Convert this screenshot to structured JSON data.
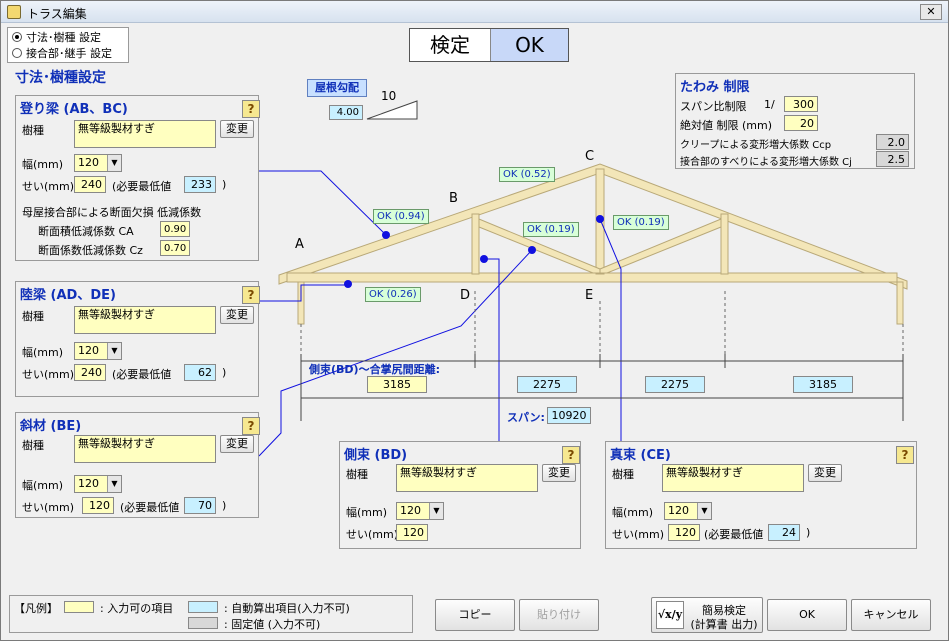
{
  "window": {
    "title": "トラス編集",
    "close": "✕"
  },
  "mode": {
    "options": [
      "寸法･樹種 設定",
      "接合部･継手 設定"
    ],
    "selected": 0
  },
  "verdict": {
    "label": "検定",
    "value": "OK"
  },
  "section_title": "寸法･樹種設定",
  "roof": {
    "button": "屋根勾配",
    "value": "4.00",
    "base": "10"
  },
  "deflection": {
    "title": "たわみ 制限",
    "span_ratio_label": "スパン比制限",
    "span_ratio_prefix": "1/",
    "span_ratio_value": "300",
    "absolute_label": "絶対値 制限 (mm)",
    "absolute_value": "20",
    "creep_label": "クリープによる変形増大係数 Ccp",
    "creep_value": "2.0",
    "slip_label": "接合部のすべりによる変形増大係数 Cj",
    "slip_value": "2.5"
  },
  "top_chord": {
    "title": "登り梁 (AB、BC)",
    "species_label": "樹種",
    "species": "無等級製材すぎ",
    "change": "変更",
    "width_label": "幅(mm)",
    "width": "120",
    "height_label": "せい(mm)",
    "height": "240",
    "min_label": "(必要最低値",
    "min_value": "233",
    "min_close": ")",
    "loss_title": "母屋接合部による断面欠損 低減係数",
    "ca_label": "断面積低減係数 CA",
    "ca_value": "0.90",
    "cz_label": "断面係数低減係数 Cz",
    "cz_value": "0.70"
  },
  "bottom_chord": {
    "title": "陸梁 (AD、DE)",
    "species_label": "樹種",
    "species": "無等級製材すぎ",
    "change": "変更",
    "width_label": "幅(mm)",
    "width": "120",
    "height_label": "せい(mm)",
    "height": "240",
    "min_label": "(必要最低値",
    "min_value": "62",
    "min_close": ")"
  },
  "diagonal": {
    "title": "斜材 (BE)",
    "species_label": "樹種",
    "species": "無等級製材すぎ",
    "change": "変更",
    "width_label": "幅(mm)",
    "width": "120",
    "height_label": "せい(mm)",
    "height": "120",
    "min_label": "(必要最低値",
    "min_value": "70",
    "min_close": ")"
  },
  "side_post": {
    "title": "側束 (BD)",
    "species_label": "樹種",
    "species": "無等級製材すぎ",
    "change": "変更",
    "width_label": "幅(mm)",
    "width": "120",
    "height_label": "せい(mm)",
    "height": "120"
  },
  "king_post": {
    "title": "真束 (CE)",
    "species_label": "樹種",
    "species": "無等級製材すぎ",
    "change": "変更",
    "width_label": "幅(mm)",
    "width": "120",
    "height_label": "せい(mm)",
    "height": "120",
    "min_label": "(必要最低値",
    "min_value": "24",
    "min_close": ")"
  },
  "truss": {
    "nodes": {
      "a": "A",
      "b": "B",
      "c": "C",
      "d": "D",
      "e": "E"
    },
    "checks": {
      "ab": "OK (0.94)",
      "bc": "OK (0.52)",
      "be": "OK (0.19)",
      "ce": "OK (0.19)",
      "ad": "OK (0.26)"
    },
    "distance_label": "側束(BD)～合掌尻間距離:",
    "dims": [
      "3185",
      "2275",
      "2275",
      "3185"
    ],
    "span_label": "スパン:",
    "span_value": "10920"
  },
  "legend": {
    "title": "【凡例】",
    "input_label": ": 入力可の項目",
    "auto_label": ": 自動算出項目(入力不可)",
    "fixed_label": ": 固定値 (入力不可)"
  },
  "buttons": {
    "copy": "コピー",
    "paste": "貼り付け",
    "check_line1": "簡易検定",
    "check_line2": "(計算書 出力)",
    "ok": "OK",
    "cancel": "キャンセル"
  },
  "colors": {
    "input": "#ffffc0",
    "auto": "#c8f0ff",
    "fixed": "#d8d8d8",
    "title_blue": "#1030b8",
    "wood": "#f3e6b8"
  }
}
